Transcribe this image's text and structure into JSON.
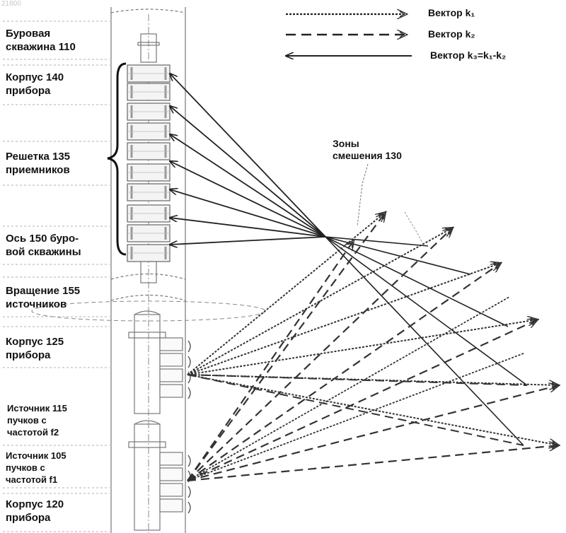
{
  "watermark": "21800",
  "legend": {
    "k1": "Вектор k₁",
    "k2": "Вектор k₂",
    "k3": "Вектор k₃=k₁-k₂"
  },
  "labels": {
    "borehole_1": "Буровая",
    "borehole_2": "скважина 110",
    "housing140_1": "Корпус 140",
    "housing140_2": "прибора",
    "grid135_1": "Решетка 135",
    "grid135_2": "приемников",
    "axis150_1": "Ось 150 буро-",
    "axis150_2": "вой скважины",
    "rotation155_1": "Вращение 155",
    "rotation155_2": "источников",
    "housing125_1": "Корпус 125",
    "housing125_2": "прибора",
    "source115_1": "Источник 115",
    "source115_2": "пучков с",
    "source115_3": "частотой f2",
    "source105_1": "Источник 105",
    "source105_2": "пучков с",
    "source105_3": "частотой f1",
    "housing120_1": "Корпус 120",
    "housing120_2": "прибора",
    "mixing130_1": "Зоны",
    "mixing130_2": "смешения 130"
  }
}
